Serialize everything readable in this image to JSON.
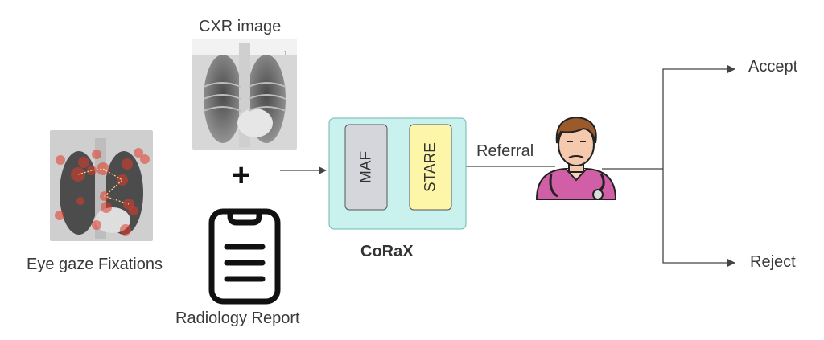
{
  "inputs": {
    "cxr_label": "CXR image",
    "gaze_label": "Eye gaze Fixations",
    "report_label": "Radiology Report",
    "plus_sign": "+"
  },
  "model": {
    "name": "CoRaX",
    "module_left": "MAF",
    "module_right": "STARE"
  },
  "flow": {
    "referral_label": "Referral",
    "accept_label": "Accept",
    "reject_label": "Reject"
  },
  "colors": {
    "corax_fill": "#c9f1ee",
    "maf_fill": "#d4d6dc",
    "stare_fill": "#fdf6a9",
    "arrow": "#444444",
    "doctor_shirt": "#d05fa7"
  },
  "icons": {
    "report": "clipboard-icon",
    "clinician": "doctor-icon"
  }
}
